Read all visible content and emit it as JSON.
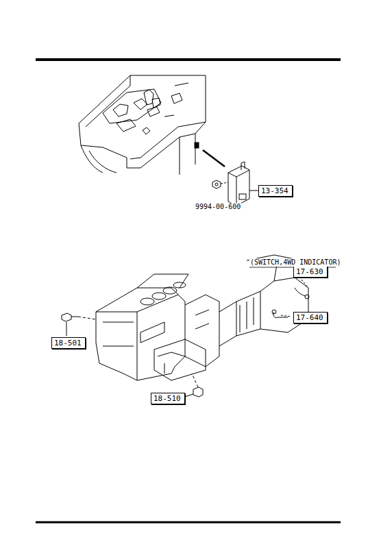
{
  "diagram": {
    "nodes": [
      {
        "text": [
          "13-354"
        ]
      },
      {
        "text": [
          "17-630"
        ]
      },
      {
        "text": [
          "17-640"
        ]
      },
      {
        "text": [
          "18-501"
        ]
      },
      {
        "text": [
          "18-510"
        ]
      }
    ],
    "labels": [
      "9994-00-600",
      "(SWITCH,4WD INDICATOR)"
    ]
  }
}
